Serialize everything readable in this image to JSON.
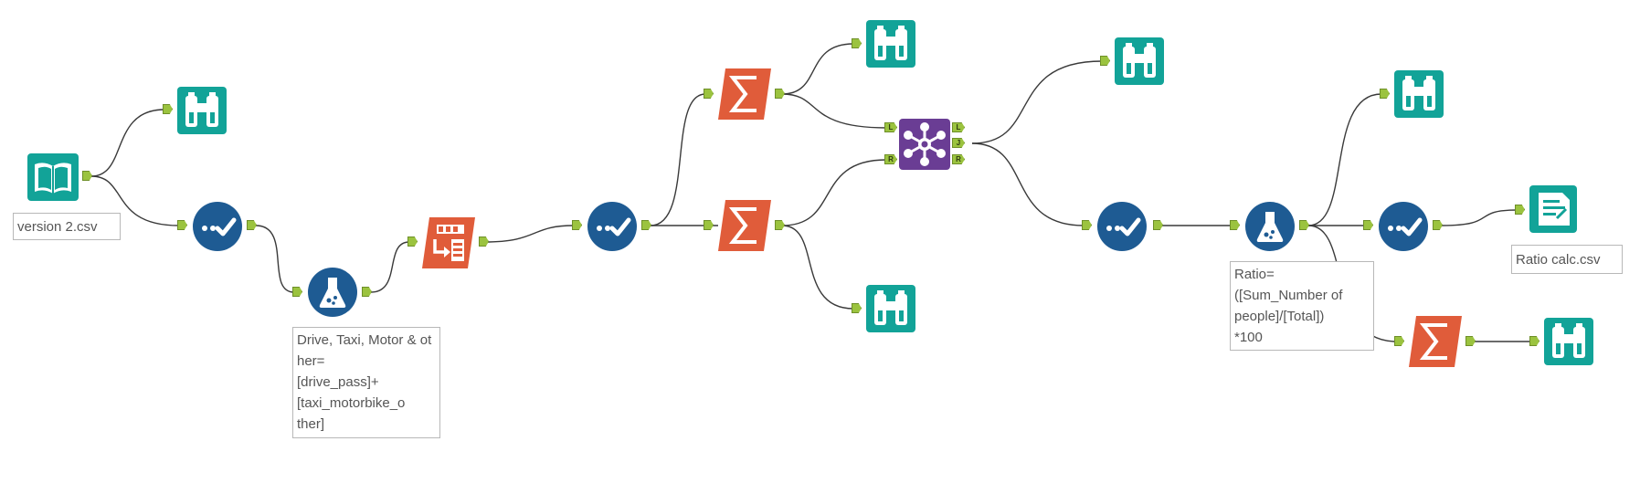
{
  "annotations": {
    "input": "version 2.csv",
    "formula1": "Drive, Taxi, Motor & other=\n[drive_pass]+\n[taxi_motorbike_o\nther]",
    "formula2": "Ratio=\n([Sum_Number of\npeople]/[Total])\n*100",
    "output": "Ratio calc.csv"
  },
  "join_labels": {
    "in_left": "L",
    "in_right": "R",
    "out_left": "L",
    "out_join": "J",
    "out_right": "R"
  },
  "colors": {
    "teal": "#12a398",
    "blue": "#1e5b93",
    "orange": "#e05c3a",
    "purple": "#6a3d94",
    "anchor": "#9bc33f",
    "connector": "#3a3a3a"
  },
  "icons": [
    "book-icon",
    "binoculars-icon",
    "checkmark-icon",
    "flask-icon",
    "table-transpose-icon",
    "sigma-icon",
    "join-network-icon",
    "output-file-icon"
  ]
}
